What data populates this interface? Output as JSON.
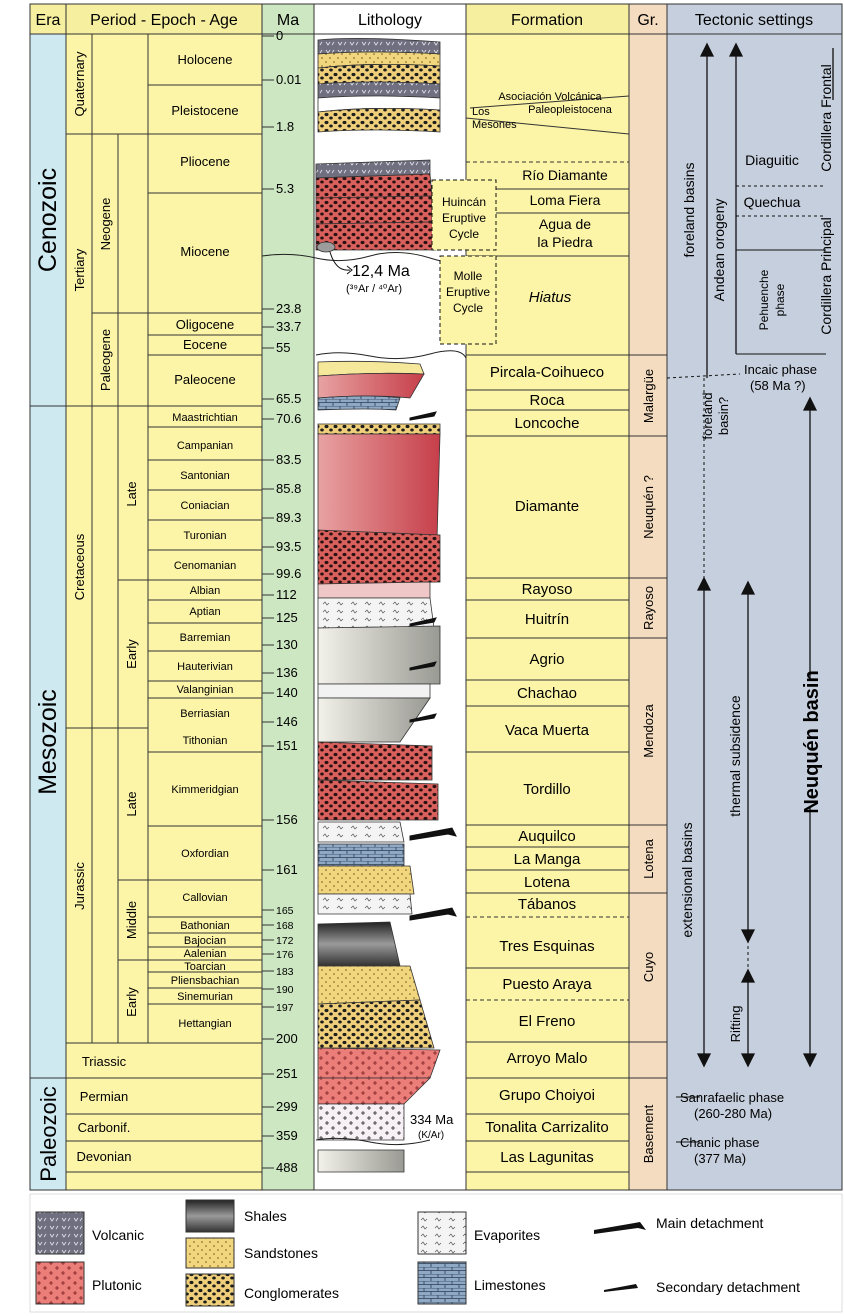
{
  "headers": {
    "era": "Era",
    "period": "Period - Epoch - Age",
    "ma": "Ma",
    "lithology": "Lithology",
    "formation": "Formation",
    "group": "Gr.",
    "tectonic": "Tectonic settings"
  },
  "eras": [
    "Cenozoic",
    "Mesozoic",
    "Paleozoic"
  ],
  "periods": [
    "Quaternary",
    "Tertiary",
    "Neogene",
    "Paleogene",
    "Cretaceous",
    "Jurassic",
    "Triassic",
    "Permian",
    "Carbonif.",
    "Devonian"
  ],
  "epochs": [
    "Holocene",
    "Pleistocene",
    "Pliocene",
    "Miocene",
    "Oligocene",
    "Eocene",
    "Paleocene",
    "Late",
    "Early",
    "Late",
    "Middle",
    "Early"
  ],
  "ages": [
    "Maastrichtian",
    "Campanian",
    "Santonian",
    "Coniacian",
    "Turonian",
    "Cenomanian",
    "Albian",
    "Aptian",
    "Barremian",
    "Hauterivian",
    "Valanginian",
    "Berriasian",
    "Tithonian",
    "Kimmeridgian",
    "Oxfordian",
    "Callovian",
    "Bathonian",
    "Bajocian",
    "Aalenian",
    "Toarcian",
    "Pliensbachian",
    "Sinemurian",
    "Hettangian"
  ],
  "ma_ticks": [
    "0",
    "0.01",
    "1.8",
    "5.3",
    "23.8",
    "33.7",
    "55",
    "65.5",
    "70.6",
    "83.5",
    "85.8",
    "89.3",
    "93.5",
    "99.6",
    "112",
    "125",
    "130",
    "136",
    "140",
    "146",
    "151",
    "156",
    "161",
    "165",
    "168",
    "172",
    "176",
    "183",
    "190",
    "197",
    "200",
    "251",
    "299",
    "359",
    "488"
  ],
  "formations": [
    "Pircala-Coihueco",
    "Roca",
    "Loncoche",
    "Diamante",
    "Rayoso",
    "Huitrín",
    "Agrio",
    "Chachao",
    "Vaca Muerta",
    "Tordillo",
    "Auquilco",
    "La Manga",
    "Lotena",
    "Tábanos",
    "Tres Esquinas",
    "Puesto Araya",
    "El Freno",
    "Arroyo Malo",
    "Grupo Choiyoi",
    "Tonalita Carrizalito",
    "Las Lagunitas"
  ],
  "cenozoic_formations": {
    "volcanic_association": [
      "Asociación Volcánica",
      "Paleopleistocena"
    ],
    "los": "Los",
    "mesones": "Mesones",
    "rio_diamante": "Río Diamante",
    "loma_fiera": "Loma Fiera",
    "agua_de_la_piedra": [
      "Agua de",
      "la Piedra"
    ],
    "hiatus": "Hiatus"
  },
  "cycles": {
    "huincan": [
      "Huincán",
      "Eruptive",
      "Cycle"
    ],
    "molle": [
      "Molle",
      "Eruptive",
      "Cycle"
    ]
  },
  "dating": {
    "miocene_age": "12,4 Ma",
    "miocene_method": "(³⁹Ar / ⁴⁰Ar)",
    "carbonif_age": "334 Ma",
    "carbonif_method": "(K/Ar)"
  },
  "groups": [
    "Malargüe",
    "Neuquén ?",
    "Rayoso",
    "Mendoza",
    "Lotena",
    "Cuyo",
    "Basement"
  ],
  "tectonic": {
    "foreland_basins": "foreland basins",
    "andean_orogeny": "Andean orogeny",
    "diaguitic": "Diaguitic",
    "quechua": "Quechua",
    "pehuenche": [
      "Pehuenche",
      "phase"
    ],
    "cordillera_frontal": "Cordillera Frontal",
    "cordillera_principal": "Cordillera Principal",
    "incaic": [
      "Incaic phase",
      "(58 Ma ?)"
    ],
    "foreland_basin_q": [
      "foreland",
      "basin?"
    ],
    "extensional_basins": "extensional basins",
    "thermal_subsidence": "thermal subsidence",
    "rifting": "Rifting",
    "neuquen_basin": "Neuquén basin",
    "sanrafaelic": [
      "Sanrafaelic phase",
      "(260-280 Ma)"
    ],
    "chanic": [
      "Chanic phase",
      "(377 Ma)"
    ]
  },
  "legend": {
    "volcanic": "Volcanic",
    "plutonic": "Plutonic",
    "shales": "Shales",
    "sandstones": "Sandstones",
    "conglomerates": "Conglomerates",
    "evaporites": "Evaporites",
    "limestones": "Limestones",
    "main_detachment": "Main detachment",
    "secondary_detachment": "Secondary detachment"
  },
  "colors": {
    "era_fill": "#cfe9f1",
    "period_fill": "#fcf5a8",
    "ma_fill": "#cde7c2",
    "formation_fill": "#fcf5a8",
    "group_fill": "#f4dcc0",
    "tectonic_fill": "#c6cfdd",
    "header_fill": "#f6efa0",
    "sandstone": "#f2d67e",
    "red_bed": "#d9605c",
    "volcanic": "#6f6f80",
    "evaporite": "#f2f2f2",
    "limestone": "#8fa8c4",
    "shale": "#555555",
    "plutonic": "#ec7e7a"
  }
}
